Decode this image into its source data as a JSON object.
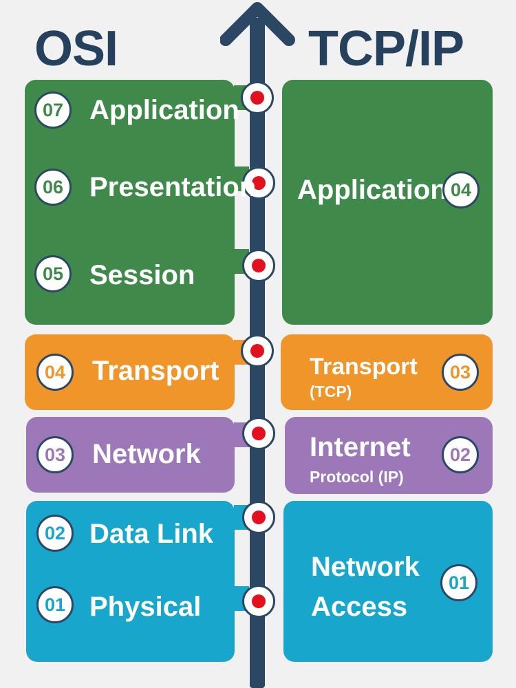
{
  "osi": {
    "title": "OSI",
    "layers": [
      {
        "num": "07",
        "name": "Application"
      },
      {
        "num": "06",
        "name": "Presentation"
      },
      {
        "num": "05",
        "name": "Session"
      },
      {
        "num": "04",
        "name": "Transport"
      },
      {
        "num": "03",
        "name": "Network"
      },
      {
        "num": "02",
        "name": "Data Link"
      },
      {
        "num": "01",
        "name": "Physical"
      }
    ]
  },
  "tcpip": {
    "title": "TCP/IP",
    "layers": [
      {
        "num": "04",
        "name": "Application",
        "sub": ""
      },
      {
        "num": "03",
        "name": "Transport",
        "sub": "(TCP)"
      },
      {
        "num": "02",
        "name": "Internet",
        "sub": "Protocol (IP)"
      },
      {
        "num": "01",
        "name": "Network",
        "name2": "Access"
      }
    ]
  },
  "colors": {
    "application": "#3f8a4b",
    "transport": "#ef9529",
    "network": "#9c78b8",
    "link": "#18a6cc",
    "axis": "#2b4763",
    "marker": "#e3101e"
  },
  "icons": [
    "up-arrow-icon",
    "layer-marker-icon"
  ]
}
